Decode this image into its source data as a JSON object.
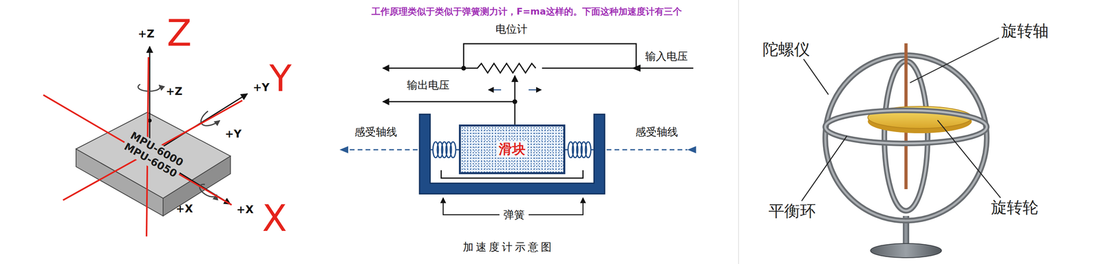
{
  "diagram": {
    "title": "工作原理类似于类似于弹簧测力计，F=ma这样的。下面这种加速度计有三个",
    "caption": "加速度计示意图",
    "nodes": [
      {
        "text": [
          "MPU-6000",
          "MPU-6050"
        ]
      },
      {
        "text": [
          "滑块"
        ]
      }
    ],
    "labels": [
      "+Z",
      "Z",
      "+Z",
      "+Y",
      "Y",
      "+Y",
      "+X",
      "+X",
      "X",
      "电位计",
      "输入电压",
      "输出电压",
      "感受轴线",
      "感受轴线",
      "弹簧",
      "陀螺仪",
      "旋转轴",
      "平衡环",
      "旋转轮"
    ]
  }
}
